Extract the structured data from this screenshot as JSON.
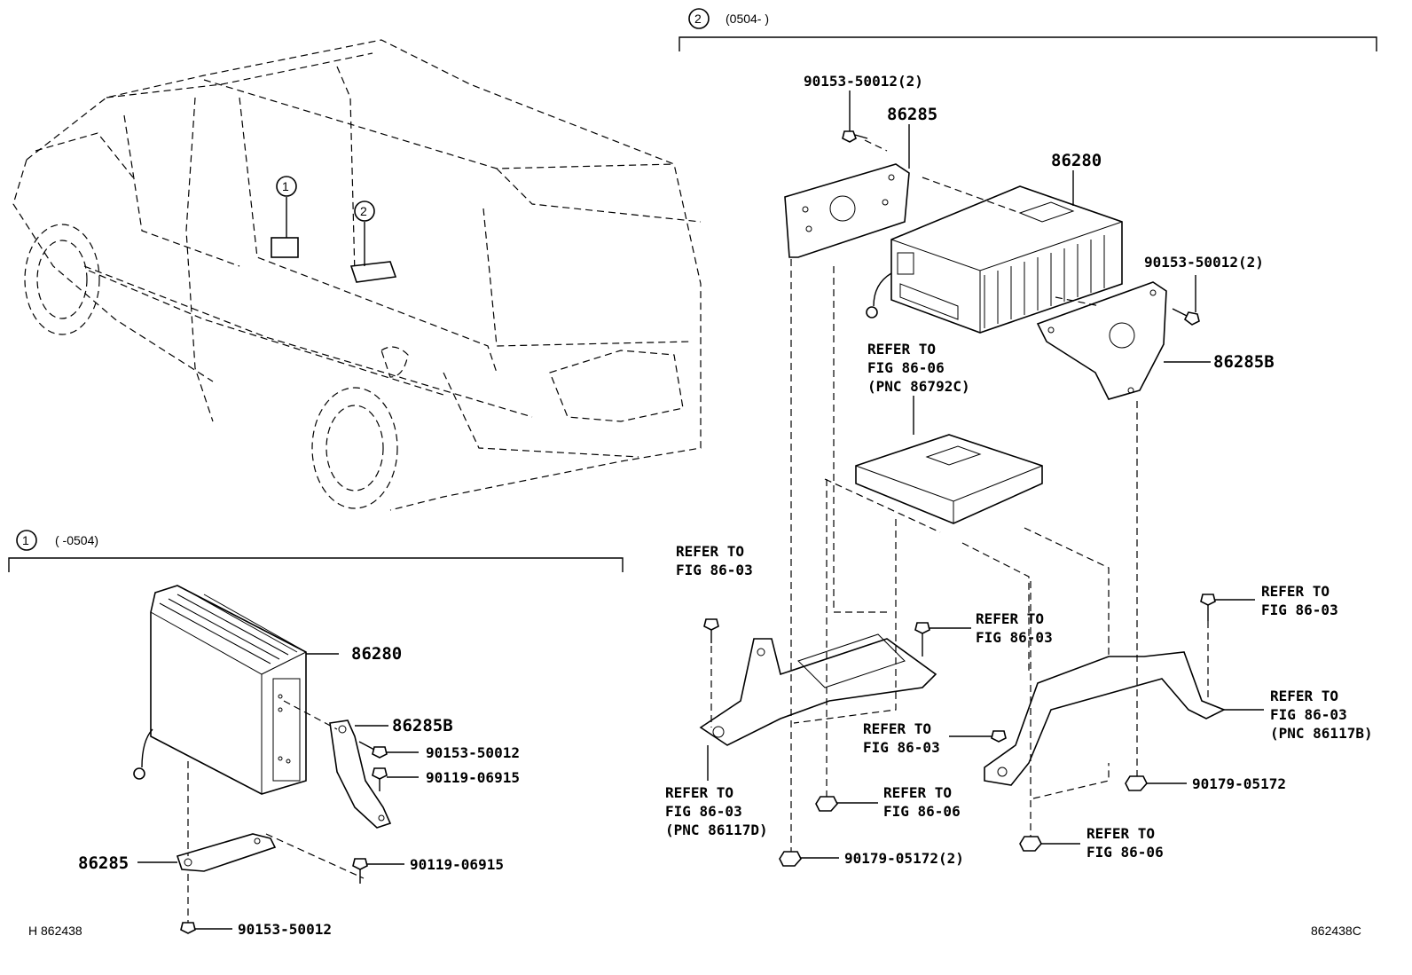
{
  "sections": {
    "s2": {
      "marker": "2",
      "range": "(0504-     )"
    },
    "s1": {
      "marker": "1",
      "range": "(     -0504)"
    }
  },
  "vehicle": {
    "callout1": "1",
    "callout2": "2"
  },
  "s2_labels": {
    "bolt_top": "90153-50012(2)",
    "bracket_left": "86285",
    "amplifier": "86280",
    "bolt_right": "90153-50012(2)",
    "bracket_right": "86285B",
    "refer_ecu_1": "REFER TO",
    "refer_ecu_2": "FIG 86-06",
    "refer_ecu_3": "(PNC 86792C)",
    "refer_a_1": "REFER TO",
    "refer_a_2": "FIG 86-03",
    "refer_b_1": "REFER TO",
    "refer_b_2": "FIG 86-03",
    "refer_c_1": "REFER TO",
    "refer_c_2": "FIG 86-03",
    "refer_d_1": "REFER TO",
    "refer_d_2": "FIG 86-03",
    "refer_d_3": "(PNC 86117B)",
    "refer_e_1": "REFER TO",
    "refer_e_2": "FIG 86-03",
    "refer_f_1": "REFER TO",
    "refer_f_2": "FIG 86-03",
    "refer_f_3": "(PNC 86117D)",
    "refer_g_1": "REFER TO",
    "refer_g_2": "FIG 86-06",
    "refer_h_1": "REFER TO",
    "refer_h_2": "FIG 86-06",
    "nut_right": "90179-05172",
    "nut_bottom": "90179-05172(2)"
  },
  "s1_labels": {
    "amplifier": "86280",
    "bracket_b": "86285B",
    "bolt_a": "90153-50012",
    "bolt_b": "90119-06915",
    "bracket": "86285",
    "bolt_c": "90119-06915",
    "bolt_d": "90153-50012"
  },
  "footer": {
    "left_id": "H 862438",
    "right_id": "862438C"
  }
}
